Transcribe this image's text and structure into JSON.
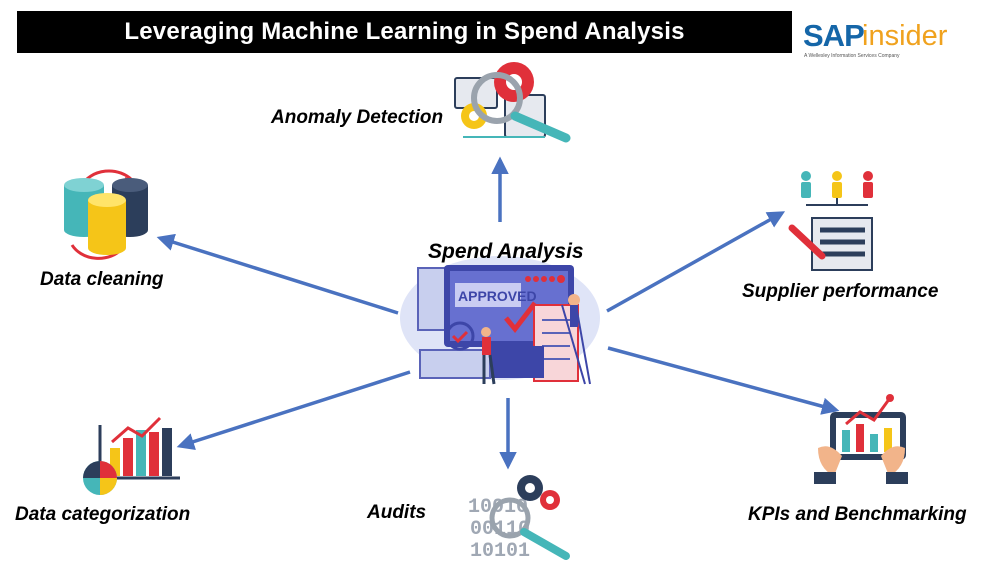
{
  "title": "Leveraging Machine Learning in Spend Analysis",
  "logo": {
    "brand_primary": "SAP",
    "brand_secondary": "insider",
    "tagline": "A Wellesley Information Services Company"
  },
  "center": {
    "label": "Spend Analysis",
    "stamp_text": "APPROVED"
  },
  "nodes": {
    "anomaly": "Anomaly Detection",
    "cleaning": "Data cleaning",
    "supplier": "Supplier performance",
    "kpis": "KPIs and Benchmarking",
    "categorization": "Data categorization",
    "audits": "Audits"
  },
  "binary_text": [
    "10010",
    "00110",
    "10101"
  ],
  "colors": {
    "arrow": "#4a72c0",
    "title_bg": "#000000",
    "sap_blue": "#1566a8",
    "sap_orange": "#f0a21e",
    "accent_red": "#e0303a",
    "accent_teal": "#45b6b8",
    "accent_yellow": "#f5c518",
    "navy": "#2c3e5b"
  }
}
